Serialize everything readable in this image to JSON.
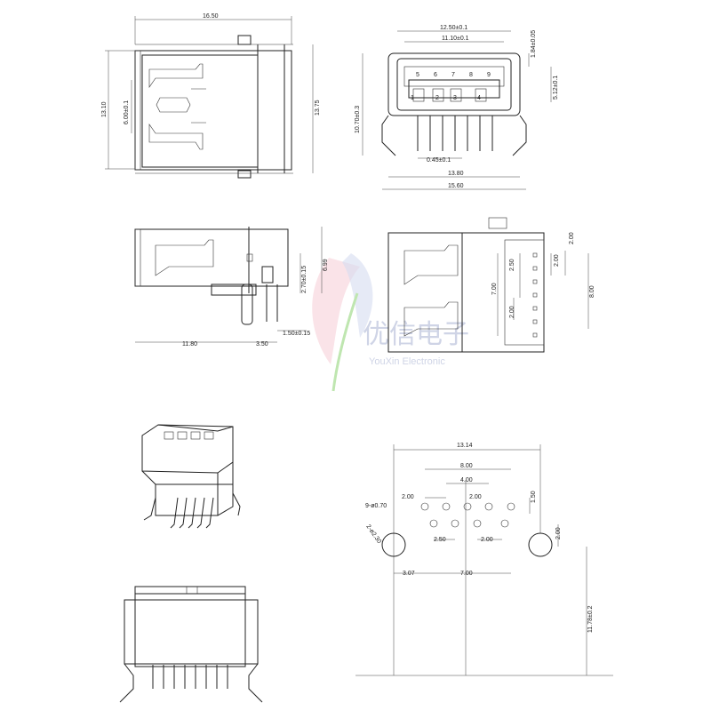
{
  "views": {
    "top_left": {
      "width": "16.50",
      "height_left": "13.10",
      "height_right": "13.75",
      "inner": "6.00±0.1"
    },
    "front": {
      "w1": "12.50±0.1",
      "w2": "11.10±0.1",
      "t1": "1.84±0.05",
      "h1": "10.70±0.3",
      "h2": "5.12±0.1",
      "pin": "0.45±0.1",
      "b1": "13.80",
      "b2": "15.60",
      "pin_numbers": [
        "1",
        "2",
        "3",
        "4",
        "5",
        "6",
        "7",
        "8",
        "9"
      ]
    },
    "side": {
      "len": "11.80",
      "off": "3.50",
      "h1": "2.70±0.15",
      "h2": "6.99",
      "pin": "1.50±0.15"
    },
    "bottom": {
      "p1": "2.00",
      "p2": "2.00",
      "p3": "2.50",
      "p4": "2.00",
      "h1": "7.00",
      "h2": "8.00"
    },
    "footprint": {
      "w": "13.14",
      "w2": "8.00",
      "w3": "4.00",
      "l1": "2.00",
      "l2": "2.00",
      "v1": "1.50",
      "l3": "2.50",
      "l4": "2.00",
      "v2": "2.00",
      "l5": "3.07",
      "l6": "7.00",
      "h": "11.78±0.2",
      "hole1": "9-ø0.70",
      "hole2": "2-ø2.30"
    }
  },
  "watermark": {
    "cn": "优信电子",
    "en": "YouXin Electronic"
  }
}
